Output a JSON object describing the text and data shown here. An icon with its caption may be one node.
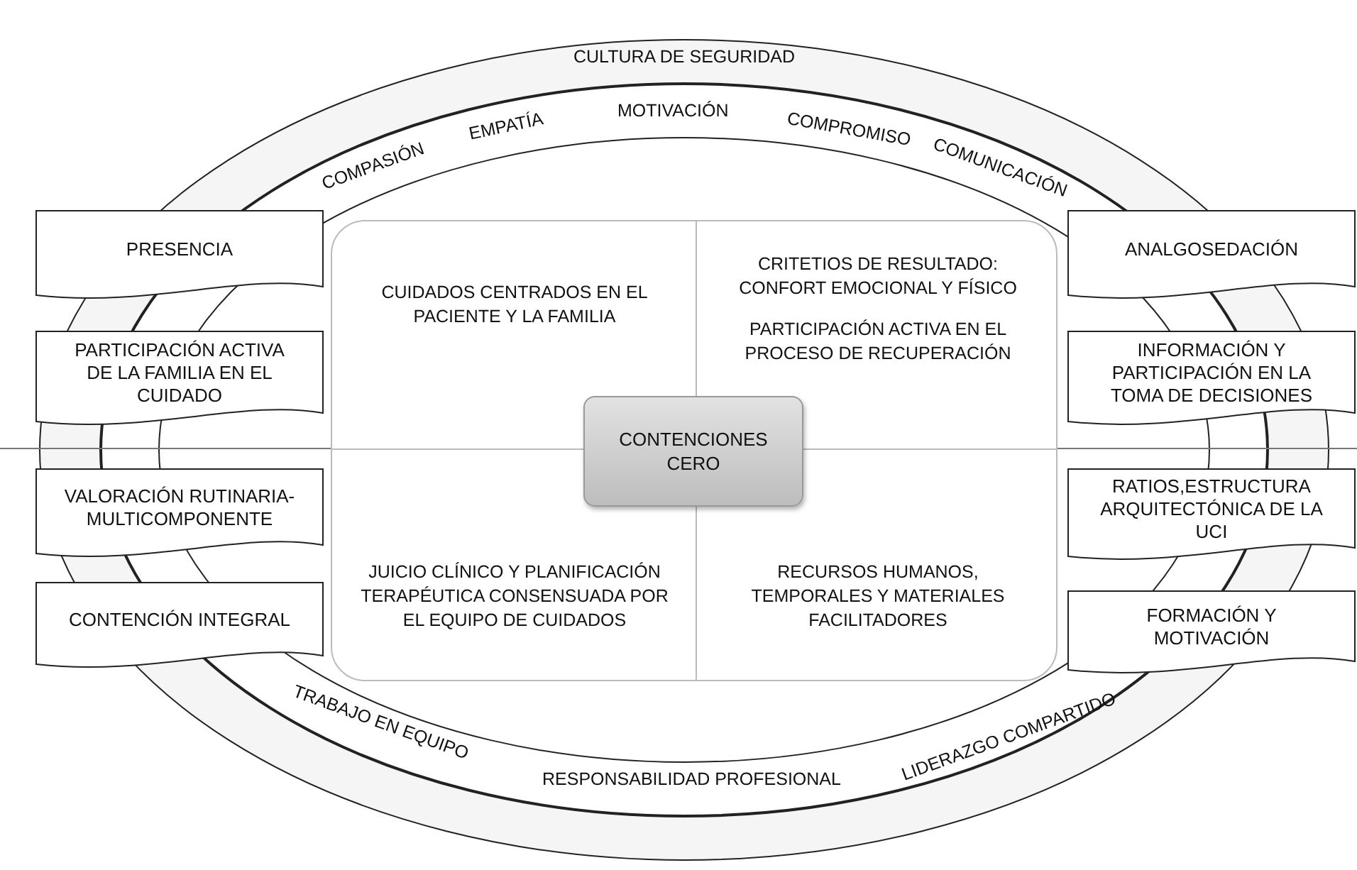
{
  "diagram": {
    "nodes": [
      {
        "text": [
          "PRESENCIA"
        ]
      },
      {
        "text": [
          "PARTICIPACIÓN ACTIVA DE LA FAMILIA EN  EL CUIDADO"
        ]
      },
      {
        "text": [
          "VALORACIÓN RUTINARIA-MULTICOMPONENTE"
        ]
      },
      {
        "text": [
          "CONTENCIÓN INTEGRAL"
        ]
      },
      {
        "text": [],
        "shape": "box"
      },
      {
        "text": [
          "CUIDADOS CENTRADOS EN EL PACIENTE Y LA FAMILIA"
        ],
        "in": 4
      },
      {
        "text": [
          "CRITETIOS DE RESULTADO: CONFORT EMOCIONAL Y FÍSICO",
          "PARTICIPACIÓN ACTIVA EN EL PROCESO DE RECUPERACIÓN"
        ],
        "in": 4
      },
      {
        "text": [
          "JUICIO CLÍNICO Y PLANIFICACIÓN TERAPÉUTICA CONSENSUADA POR EL EQUIPO DE CUIDADOS"
        ],
        "in": 4
      },
      {
        "text": [
          "RECURSOS HUMANOS, TEMPORALES Y MATERIALES FACILITADORES"
        ],
        "in": 4
      },
      {
        "text": [
          "CONTENCIONES CERO"
        ],
        "in": 4
      },
      {
        "text": [
          "ANALGOSEDACIÓN"
        ]
      },
      {
        "text": [
          "INFORMACIÓN Y PARTICIPACIÓN EN LA TOMA DE DECISIONES"
        ]
      },
      {
        "text": [
          "RATIOS,ESTRUCTURA ARQUITECTÓNICA DE LA UCI"
        ]
      },
      {
        "text": [
          "FORMACIÓN Y MOTIVACIÓN"
        ]
      }
    ],
    "edges": [],
    "labels": [
      "CULTURA DE SEGURIDAD",
      "COMPASIÓN",
      "EMPATÍA",
      "MOTIVACIÓN",
      "COMPROMISO",
      "COMUNICACIÓN",
      "TRABAJO EN EQUIPO",
      "RESPONSABILIDAD PROFESIONAL",
      "LIDERAZGO COMPARTIDO"
    ]
  }
}
